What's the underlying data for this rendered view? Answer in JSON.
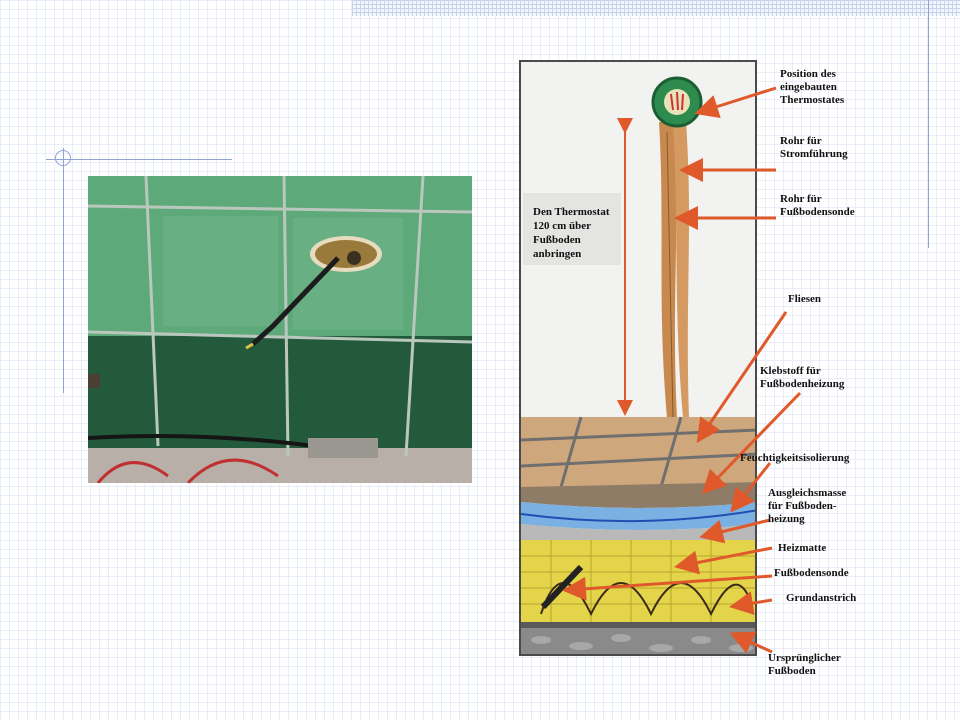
{
  "colors": {
    "arrow": "#e0592a",
    "tile_light": "#5ea97a",
    "tile_dark": "#235a3c",
    "heat_mat": "#e3d44a",
    "insulation": "#7ab0e2",
    "copper": "#c8894f"
  },
  "diagram": {
    "height_note": "Den Thermostat\n120 cm über\nFußboden\nanbringen",
    "labels": [
      {
        "key": "thermostat_position",
        "text": "Position des\neingebauten\nThermostates"
      },
      {
        "key": "power_conduit",
        "text": "Rohr für\nStromführung"
      },
      {
        "key": "sensor_conduit",
        "text": "Rohr für\nFußbodensonde"
      },
      {
        "key": "tiles",
        "text": "Fliesen"
      },
      {
        "key": "adhesive",
        "text": "Klebstoff für\nFußbodenheizung"
      },
      {
        "key": "moisture_insulation",
        "text": "Feuchtigkeitsisolierung"
      },
      {
        "key": "leveling_compound",
        "text": "Ausgleichsmasse\nfür Fußboden-\nheizung"
      },
      {
        "key": "heating_mat",
        "text": "Heizmatte"
      },
      {
        "key": "floor_sensor",
        "text": "Fußbodensonde"
      },
      {
        "key": "primer",
        "text": "Grundanstrich"
      },
      {
        "key": "original_floor",
        "text": "Ursprünglicher\nFußboden"
      }
    ]
  }
}
